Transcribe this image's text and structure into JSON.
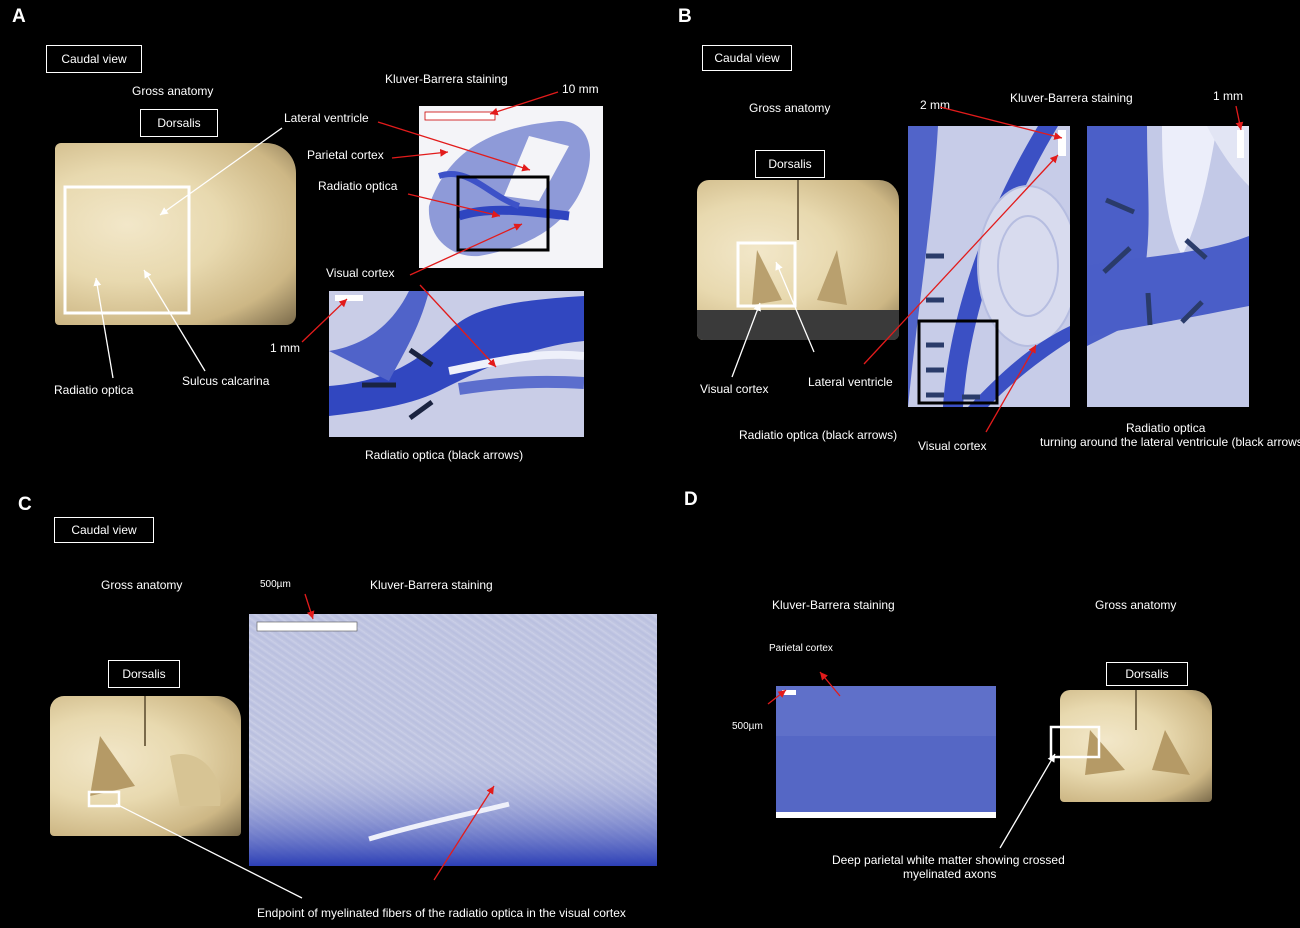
{
  "panels": {
    "A": {
      "letter": "A",
      "caudal_view": "Caudal view",
      "gross_anatomy": "Gross anatomy",
      "dorsalis": "Dorsalis",
      "staining": "Kluver-Barrera staining",
      "scale_10mm": "10 mm",
      "scale_1mm": "1 mm",
      "lateral_ventricle": "Lateral ventricle",
      "parietal_cortex": "Parietal cortex",
      "radiatio_optica": "Radiatio optica",
      "visual_cortex": "Visual cortex",
      "radiatio_optica_bottom": "Radiatio optica",
      "sulcus_calcarina": "Sulcus calcarina",
      "caption": "Radiatio optica (black arrows)"
    },
    "B": {
      "letter": "B",
      "caudal_view": "Caudal view",
      "gross_anatomy": "Gross anatomy",
      "dorsalis": "Dorsalis",
      "staining": "Kluver-Barrera  staining",
      "scale_2mm": "2 mm",
      "scale_1mm": "1 mm",
      "visual_cortex_left": "Visual cortex",
      "lateral_ventricle": "Lateral ventricle",
      "caption_left": "Radiatio optica (black arrows)",
      "visual_cortex_mid": "Visual cortex",
      "caption_right_1": "Radiatio optica",
      "caption_right_2": "turning around  the lateral ventricule  (black arrows)"
    },
    "C": {
      "letter": "C",
      "caudal_view": "Caudal view",
      "gross_anatomy": "Gross anatomy",
      "dorsalis": "Dorsalis",
      "scale": "500µm",
      "staining": "Kluver-Barrera staining",
      "caption": "Endpoint of myelinated fibers of the radiatio optica in the visual cortex"
    },
    "D": {
      "letter": "D",
      "staining": "Kluver-Barrera staining",
      "gross_anatomy": "Gross anatomy",
      "parietal_cortex": "Parietal cortex",
      "scale": "500µm",
      "dorsalis": "Dorsalis",
      "caption_1": "Deep parietal white matter showing crossed",
      "caption_2": "myelinated axons"
    }
  },
  "colors": {
    "background": "#000000",
    "annotation_red": "#e21b1b",
    "annotation_white": "#ffffff",
    "stain_blue": "#3b4fc4"
  }
}
